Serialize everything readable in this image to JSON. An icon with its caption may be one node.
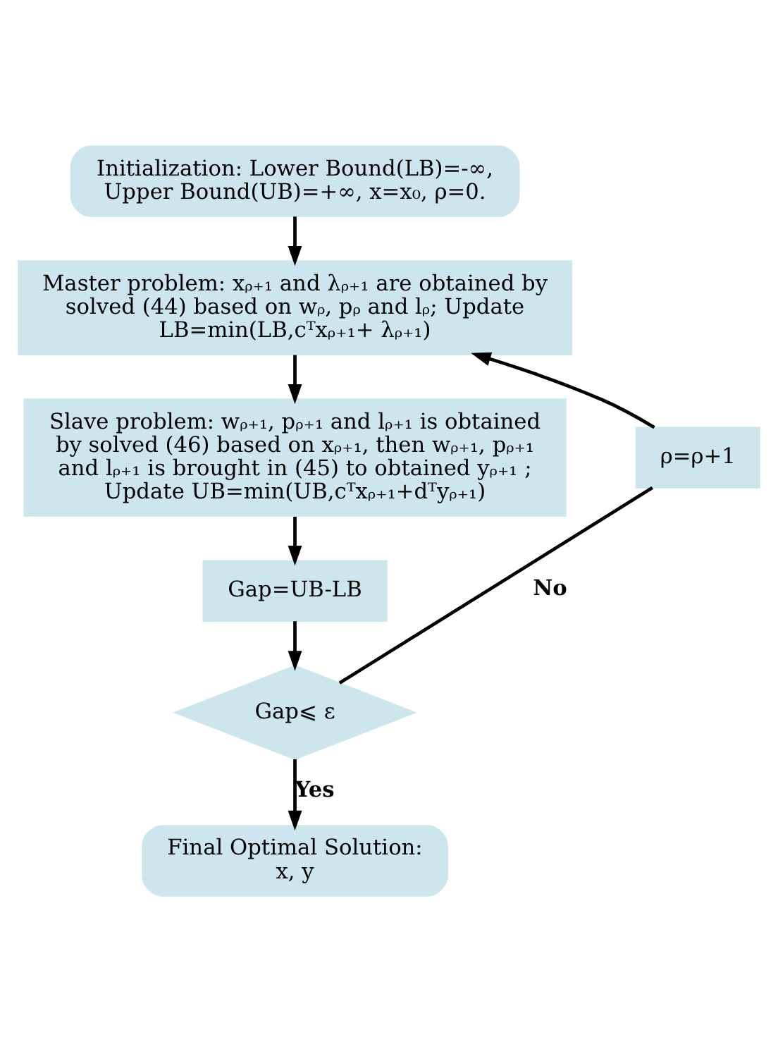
{
  "diagram": {
    "nodes": [
      {
        "text": [
          "Initialization: Lower Bound(LB)=-∞, Upper Bound(UB)=+∞, x=x₀, ρ=0."
        ]
      },
      {
        "text": [
          "Master problem: xᵨ₊₁ and λᵨ₊₁ are obtained by solved (44) based on wᵨ, pᵨ and lᵨ; Update LB=min(LB,cᵀxᵨ₊₁+ λᵨ₊₁)"
        ]
      },
      {
        "text": [
          "Slave problem: wᵨ₊₁, pᵨ₊₁ and lᵨ₊₁ is obtained by solved (46) based on xᵨ₊₁, then wᵨ₊₁, pᵨ₊₁ and lᵨ₊₁ is brought in (45) to obtained yᵨ₊₁ ; Update UB=min(UB,cᵀxᵨ₊₁+dᵀyᵨ₊₁)"
        ]
      },
      {
        "text": [
          "Gap=UB-LB"
        ]
      },
      {
        "text": [
          "Gap⩽ ε"
        ]
      },
      {
        "text": [
          "Final Optimal Solution: x, y"
        ]
      },
      {
        "text": [
          "ρ=ρ+1"
        ]
      }
    ],
    "edges": [
      {
        "from": 0,
        "to": 1,
        "arrow": "to"
      },
      {
        "from": 1,
        "to": 2,
        "arrow": "to"
      },
      {
        "from": 2,
        "to": 3,
        "arrow": "to"
      },
      {
        "from": 3,
        "to": 4,
        "arrow": "to"
      },
      {
        "from": 4,
        "to": 5,
        "arrow": "to",
        "label": "Yes"
      },
      {
        "from": 4,
        "to": 6,
        "arrow": "none",
        "label": "No"
      },
      {
        "from": 6,
        "to": 1,
        "arrow": "to"
      }
    ]
  }
}
